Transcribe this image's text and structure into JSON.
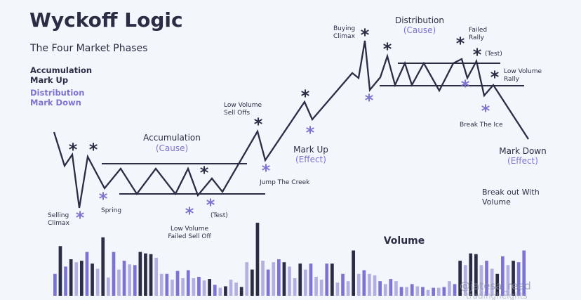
{
  "header": {
    "title": "Wyckoff Logic",
    "subtitle": "The Four Market Phases"
  },
  "legend": {
    "accumulation": "Accumulation",
    "mark_up": "Mark Up",
    "distribution": "Distribution",
    "mark_down": "Mark Down"
  },
  "annotations": {
    "selling_climax_1": "Selling",
    "selling_climax_2": "Climax",
    "spring": "Spring",
    "low_volume_failed_sell_off_1": "Low Volume",
    "low_volume_failed_sell_off_2": "Failed Sell Off",
    "test_accum": "(Test)",
    "accumulation": "Accumulation",
    "accumulation_cause": "(Cause)",
    "low_volume_sell_offs_1": "Low Volume",
    "low_volume_sell_offs_2": "Sell Offs",
    "jump_the_creek": "Jump The Creek",
    "mark_up": "Mark Up",
    "mark_up_effect": "(Effect)",
    "buying_climax_1": "Buying",
    "buying_climax_2": "Climax",
    "distribution": "Distribution",
    "distribution_cause": "(Cause)",
    "failed_rally_1": "Failed",
    "failed_rally_2": "Rally",
    "test_dist": "(Test)",
    "low_volume_rally_1": "Low Volume",
    "low_volume_rally_2": "Rally",
    "break_the_ice": "Break The Ice",
    "mark_down": "Mark Down",
    "mark_down_effect": "(Effect)",
    "breakout_1": "Break out With",
    "breakout_2": "Volume",
    "volume": "Volume"
  },
  "watermark": "@jatesa_reed",
  "watermark_sub": "tradingheights",
  "colors": {
    "dark": "#2b2d45",
    "purple": "#7b74d3",
    "light_purple": "#b3afe2",
    "background": "#f3f6fb"
  },
  "volume_bars": {
    "values": [
      30,
      68,
      40,
      50,
      46,
      48,
      60,
      44,
      37,
      80,
      25,
      60,
      36,
      48,
      43,
      42,
      60,
      58,
      57,
      52,
      30,
      30,
      22,
      34,
      24,
      35,
      24,
      26,
      21,
      23,
      15,
      11,
      13,
      22,
      18,
      12,
      46,
      36,
      100,
      48,
      36,
      46,
      50,
      46,
      40,
      24,
      44,
      36,
      44,
      26,
      22,
      44,
      44,
      18,
      30,
      20,
      62,
      30,
      35,
      30,
      28,
      20,
      16,
      23,
      20,
      12,
      12,
      16,
      13,
      12,
      8,
      11,
      11,
      12,
      20,
      16,
      48,
      42,
      58,
      57,
      42,
      48,
      37,
      30,
      54,
      42,
      48,
      46,
      62
    ],
    "colors": [
      "P",
      "D",
      "P",
      "D",
      "L",
      "D",
      "P",
      "D",
      "L",
      "D",
      "L",
      "P",
      "L",
      "P",
      "L",
      "P",
      "D",
      "D",
      "D",
      "L",
      "L",
      "P",
      "L",
      "P",
      "L",
      "P",
      "L",
      "P",
      "L",
      "D",
      "P",
      "L",
      "D",
      "L",
      "L",
      "D",
      "L",
      "D",
      "D",
      "L",
      "P",
      "L",
      "P",
      "D",
      "L",
      "L",
      "D",
      "L",
      "P",
      "L",
      "L",
      "P",
      "D",
      "L",
      "P",
      "L",
      "D",
      "L",
      "P",
      "L",
      "L",
      "P",
      "L",
      "P",
      "L",
      "P",
      "L",
      "P",
      "L",
      "P",
      "L",
      "P",
      "L",
      "P",
      "L",
      "P",
      "D",
      "L",
      "D",
      "D",
      "L",
      "P",
      "L",
      "D",
      "P",
      "L",
      "D",
      "P",
      "P"
    ]
  }
}
